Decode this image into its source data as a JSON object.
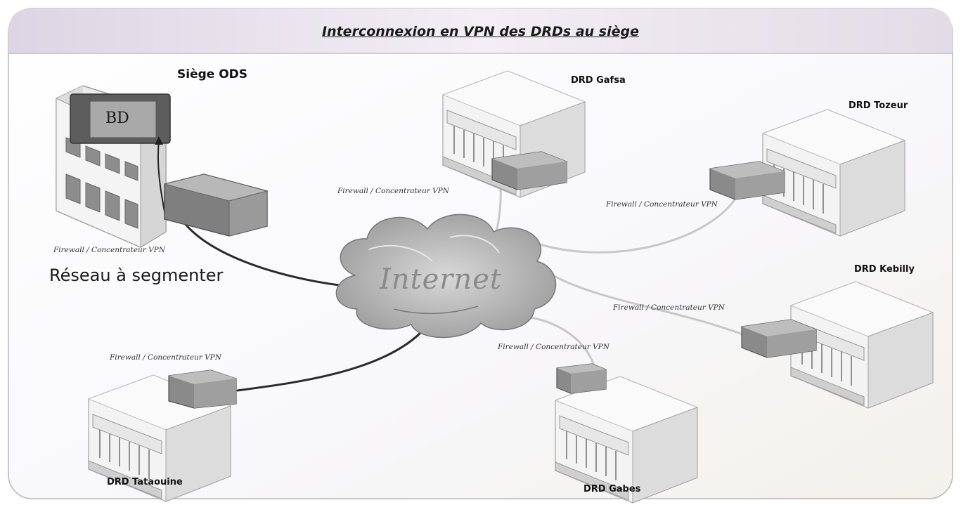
{
  "title": "Interconnexion en VPN des DRDs au siège",
  "cloud_label": "Internet",
  "hq": {
    "name": "Siège ODS",
    "db_label": "BD",
    "firewall_label": "Firewall / Concentrateur VPN",
    "network_label": "Réseau à segmenter"
  },
  "sites": {
    "gafsa": {
      "name": "DRD Gafsa",
      "firewall_label": "Firewall / Concentrateur VPN"
    },
    "tozeur": {
      "name": "DRD Tozeur",
      "firewall_label": "Firewall / Concentrateur VPN"
    },
    "kebilly": {
      "name": "DRD Kebilly",
      "firewall_label": "Firewall / Concentrateur VPN"
    },
    "gabes": {
      "name": "DRD Gabes",
      "firewall_label": "Firewall / Concentrateur VPN"
    },
    "tataouine": {
      "name": "DRD Tataouine",
      "firewall_label": "Firewall / Concentrateur VPN"
    }
  },
  "colors": {
    "header_band": "#e9e4ee",
    "wired_link": "#2a2a2a",
    "vpn_link": "#c9c9c9",
    "building_face": "#f1f1f1",
    "device": "#8f8f8f"
  }
}
